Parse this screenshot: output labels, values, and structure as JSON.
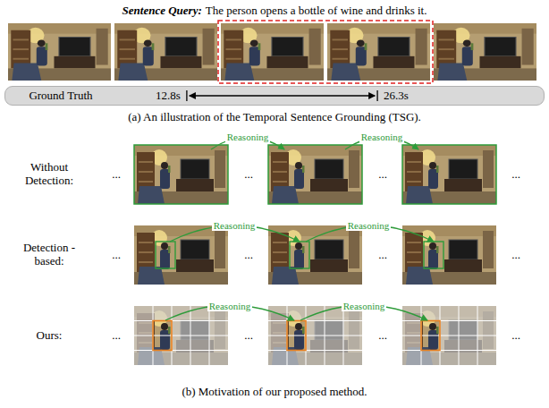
{
  "diagram": {
    "nodes": [
      {
        "text": [
          "Ground Truth",
          "12.8s",
          "26.3s"
        ]
      }
    ],
    "labels": [
      "Sentence Query:",
      "The person opens a bottle of wine and drinks it.",
      "(a) An illustration of the Temporal Sentence Grounding (TSG).",
      "Without Detection:",
      "...",
      "...",
      "...",
      "...",
      "Reasoning",
      "Reasoning",
      "Detection -based:",
      "...",
      "...",
      "...",
      "...",
      "Reasoning",
      "Reasoning",
      "Ours:",
      "...",
      "...",
      "...",
      "...",
      "Reasoning",
      "Reasoning",
      "(b) Motivation of our proposed method."
    ]
  }
}
